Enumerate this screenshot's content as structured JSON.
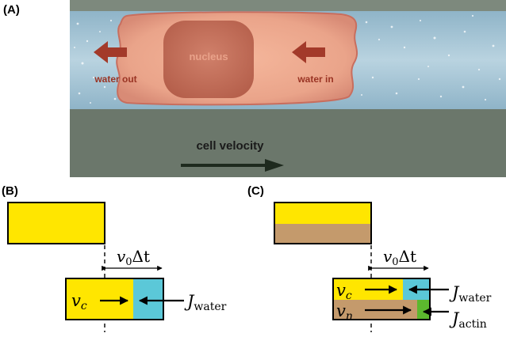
{
  "panel_a": {
    "label": "(A)",
    "nucleus": "nucleus",
    "water_out": "water out",
    "water_in": "water in",
    "cell_velocity": "cell velocity"
  },
  "panel_b": {
    "label": "(B)",
    "shift_v": "v",
    "shift_sub": "0",
    "shift_delta": "Δt",
    "vc_v": "v",
    "vc_sub": "c",
    "jwater_j": "J",
    "jwater_sub": "water"
  },
  "panel_c": {
    "label": "(C)",
    "shift_v": "v",
    "shift_sub": "0",
    "shift_delta": "Δt",
    "vc_v": "v",
    "vc_sub": "c",
    "vn_v": "v",
    "vn_sub": "n",
    "jwater_j": "J",
    "jwater_sub": "water",
    "jactin_j": "J",
    "jactin_sub": "actin"
  },
  "colors": {
    "channel_bg": "#6e7a6e",
    "cell": "#e9a88c",
    "nucleus": "#c46e58",
    "yellow": "#ffe600",
    "cyan": "#5bc8d8",
    "brown": "#c49a6c",
    "green": "#5cb82e",
    "arrow_red": "#a33a2a"
  }
}
